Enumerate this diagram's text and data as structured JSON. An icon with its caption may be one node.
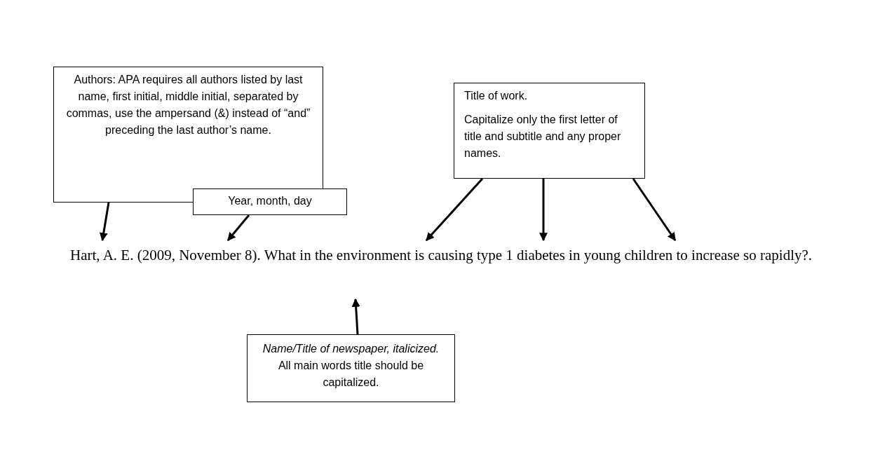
{
  "diagram": {
    "nodes": [
      {
        "text": [
          "Authors: APA requires all authors listed by last name, first initial, middle initial, separated by commas, use the ampersand (&) instead of “and” preceding the last author’s name."
        ]
      },
      {
        "text": [
          "Year, month, day"
        ]
      },
      {
        "text": [
          "Title of work.",
          "Capitalize only the first letter of title and subtitle and any proper names."
        ]
      },
      {
        "text": [
          "Hart, A. E. (2009, November 8). What in the environment is causing type 1 diabetes in young children to increase so rapidly?."
        ]
      },
      {
        "text": [
          "*Name/Title of newspaper, italicized.* All main words title should be capitalized."
        ]
      }
    ],
    "edges": [
      {
        "from": 0,
        "to": 3,
        "arrow": "to"
      },
      {
        "from": 1,
        "to": 3,
        "arrow": "to"
      },
      {
        "from": 2,
        "to": 3,
        "arrow": "to"
      },
      {
        "from": 2,
        "to": 3,
        "arrow": "to"
      },
      {
        "from": 2,
        "to": 3,
        "arrow": "to"
      },
      {
        "from": 4,
        "to": 3,
        "arrow": "to"
      }
    ]
  }
}
